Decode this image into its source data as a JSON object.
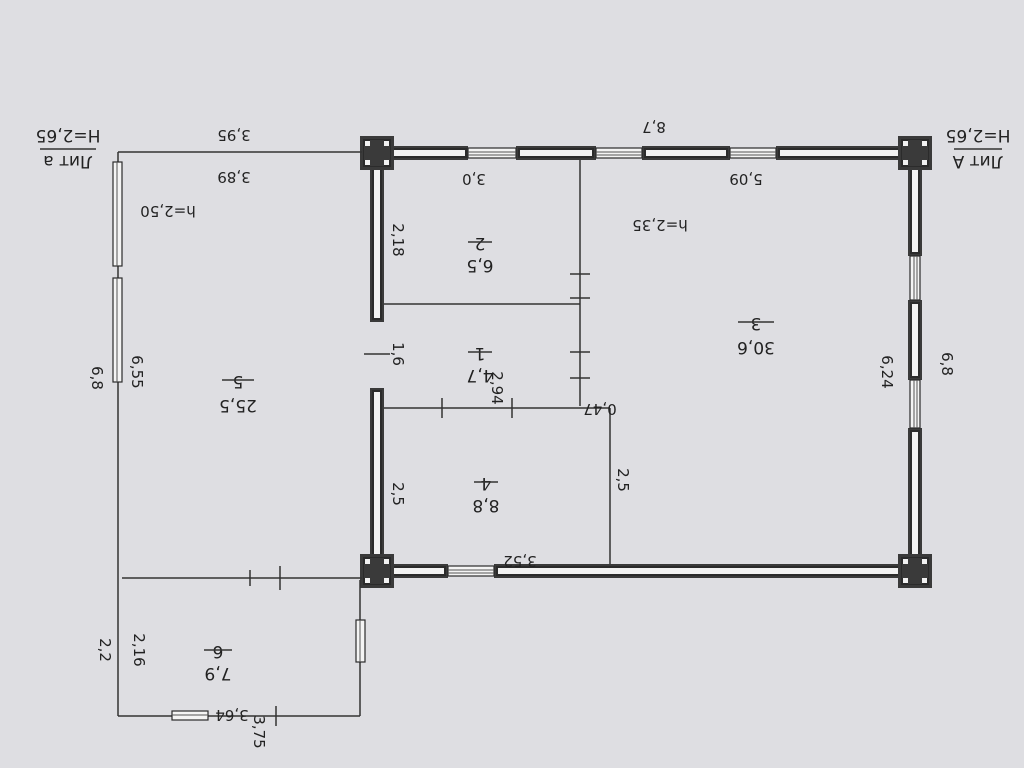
{
  "sheet_labels": {
    "main_house": "Лит А",
    "main_height": "Н=2,65",
    "annex": "Лит а",
    "annex_height": "Н=2,65"
  },
  "rooms": [
    {
      "number": "1",
      "area": "4,7"
    },
    {
      "number": "2",
      "area": "6,5"
    },
    {
      "number": "3",
      "area": "30,6"
    },
    {
      "number": "4",
      "area": "8,8"
    },
    {
      "number": "5",
      "area": "25,5"
    },
    {
      "number": "6",
      "area": "7,9"
    }
  ],
  "heights": {
    "main": "h=2,35",
    "annex": "h=2,50"
  },
  "dimensions": {
    "top_total": "8,7",
    "top_room2": "3,0",
    "top_room3": "5,09",
    "right_outer": "6,8",
    "right_inner": "6,24",
    "room2_side": "2,18",
    "corridor": "1,6",
    "room1_width": "2,94",
    "room1_small": "0,47",
    "room4_side": "2,5",
    "room4_inner": "2,5",
    "bottom_room4": "3,52",
    "annex_top_outer": "3,95",
    "annex_top_inner": "3,89",
    "annex_left_outer": "6,8",
    "annex_left_inner": "6,55",
    "room6_outer": "2,2",
    "room6_inner": "2,16",
    "room6_bottom_outer": "3,75",
    "room6_bottom_inner": "3,64"
  }
}
